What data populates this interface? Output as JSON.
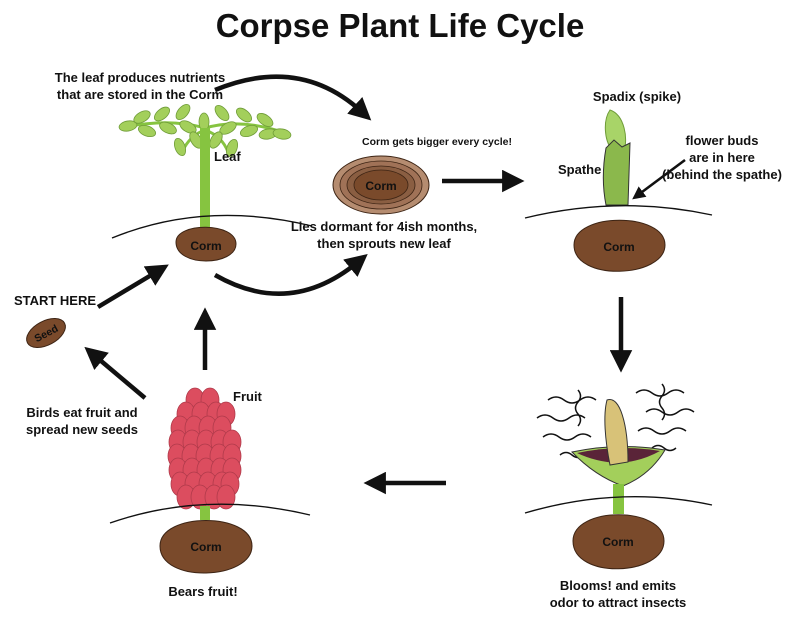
{
  "title": "Corpse Plant Life Cycle",
  "colors": {
    "corm": "#7a4a2b",
    "stem": "#86c440",
    "leaf": "#a3cf5b",
    "spathe": "#8bb84c",
    "spadix": "#a8d468",
    "fruit": "#d93a4e",
    "flower_inner": "#5a2438",
    "spadix_bloom": "#d8c278"
  },
  "labels": {
    "leaf_note_line1": "The leaf produces nutrients",
    "leaf_note_line2": "that are stored in the Corm",
    "leaf": "Leaf",
    "corm": "Corm",
    "corm_grows": "Corm gets bigger every cycle!",
    "dormant_line1": "Lies dormant for 4ish months,",
    "dormant_line2": "then sprouts new leaf",
    "spadix": "Spadix (spike)",
    "spathe": "Spathe",
    "buds_line1": "flower buds",
    "buds_line2": "are in here",
    "buds_line3": "(behind the spathe)",
    "start": "START HERE",
    "seed": "Seed",
    "fruit": "Fruit",
    "birds_line1": "Birds eat fruit and",
    "birds_line2": "spread new seeds",
    "bears": "Bears fruit!",
    "blooms_line1": "Blooms! and emits",
    "blooms_line2": "odor to attract insects"
  }
}
